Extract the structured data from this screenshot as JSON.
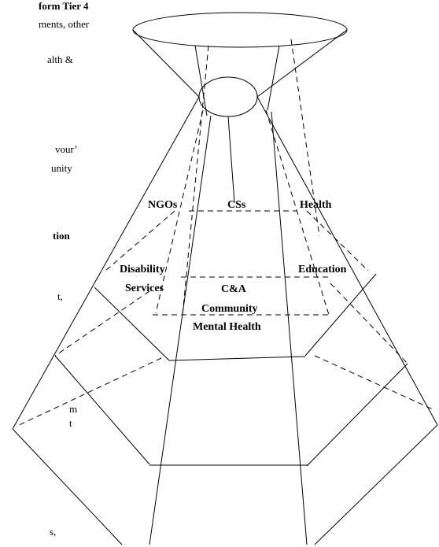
{
  "left_text_fragments": [
    {
      "text": "form Tier 4",
      "bold": true
    },
    {
      "text": "ments, other",
      "bold": false
    },
    {
      "text": "alth &",
      "bold": false
    },
    {
      "text": "vour’",
      "bold": false
    },
    {
      "text": "unity",
      "bold": false
    },
    {
      "text": "tion",
      "bold": true
    },
    {
      "text": "t,",
      "bold": false
    },
    {
      "text": "m",
      "bold": false
    },
    {
      "text": "t",
      "bold": false
    },
    {
      "text": "s,",
      "bold": false
    }
  ],
  "diagram": {
    "labels": {
      "ngos": "NGOs",
      "css": "CSs",
      "health": "Health",
      "disability_line1": "Disability",
      "disability_line2": "Services",
      "education": "Education",
      "ca_line1": "C&A",
      "ca_line2": "Community",
      "ca_line3": "Mental Health"
    }
  }
}
